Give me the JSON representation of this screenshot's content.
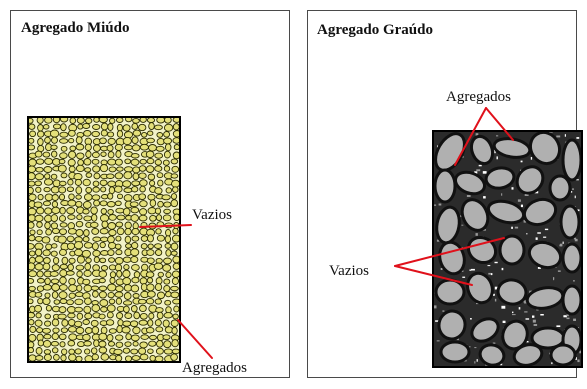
{
  "panels": [
    {
      "title": "Agregado Miúdo",
      "labels": {
        "voids": "Vazios",
        "aggregates": "Agregados"
      },
      "colors": {
        "grain_fill": "#e4e07a",
        "grain_stroke": "#2a2a00",
        "background": "#f2f2c8"
      }
    },
    {
      "title": "Agregado Graúdo",
      "labels": {
        "voids": "Vazios",
        "aggregates": "Agregados"
      },
      "colors": {
        "stone_fill": "#b0b0b0",
        "stone_stroke": "#111111",
        "background": "#2b2b2b"
      }
    }
  ],
  "colors": {
    "leader_line": "#e0111b",
    "border": "#4a4a4a"
  }
}
